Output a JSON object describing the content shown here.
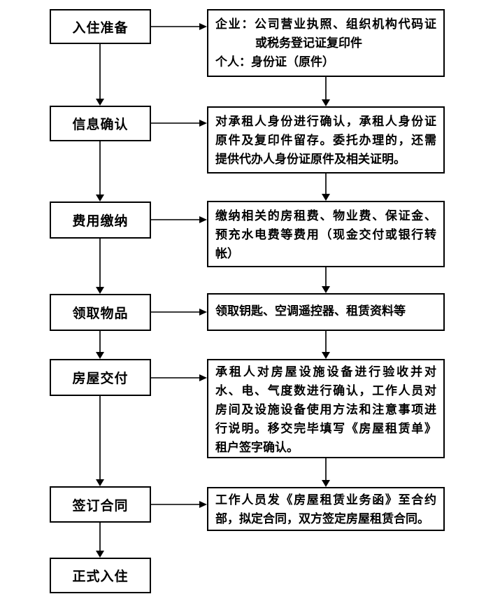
{
  "flowchart": {
    "steps": [
      {
        "label": "入住准备",
        "desc_lines": [
          "企业：公司营业执照、组织机构代码证",
          "或税务登记证复印件",
          "个人：身份证（原件）"
        ]
      },
      {
        "label": "信息确认",
        "desc_lines": [
          "对承租人身份进行确认，承租人身份证",
          "原件及复印件留存。委托办理的，还需",
          "提供代办人身份证原件及相关证明。"
        ]
      },
      {
        "label": "费用缴纳",
        "desc_lines": [
          "缴纳相关的房租费、物业费、保证金、",
          "预充水电费等费用（现金交付或银行转",
          "帐）"
        ]
      },
      {
        "label": "领取物品",
        "desc_lines": [
          "领取钥匙、空调遥控器、租赁资料等"
        ]
      },
      {
        "label": "房屋交付",
        "desc_lines": [
          "承租人对房屋设施设备进行验收并对",
          "水、电、气度数进行确认，工作人员对",
          "房间及设施设备使用方法和注意事项进",
          "行说明。移交完毕填写《房屋租赁单》",
          "租户签字确认。"
        ]
      },
      {
        "label": "签订合同",
        "desc_lines": [
          "工作人员发《房屋租赁业务函》至合约",
          "部，拟定合同，双方签定房屋租赁合同。"
        ]
      },
      {
        "label": "正式入住"
      }
    ],
    "colors": {
      "box_border": "#000000",
      "text": "#000000",
      "connector_line": "#3c3c3c",
      "arrowhead": "#000000",
      "background": "#ffffff"
    }
  }
}
